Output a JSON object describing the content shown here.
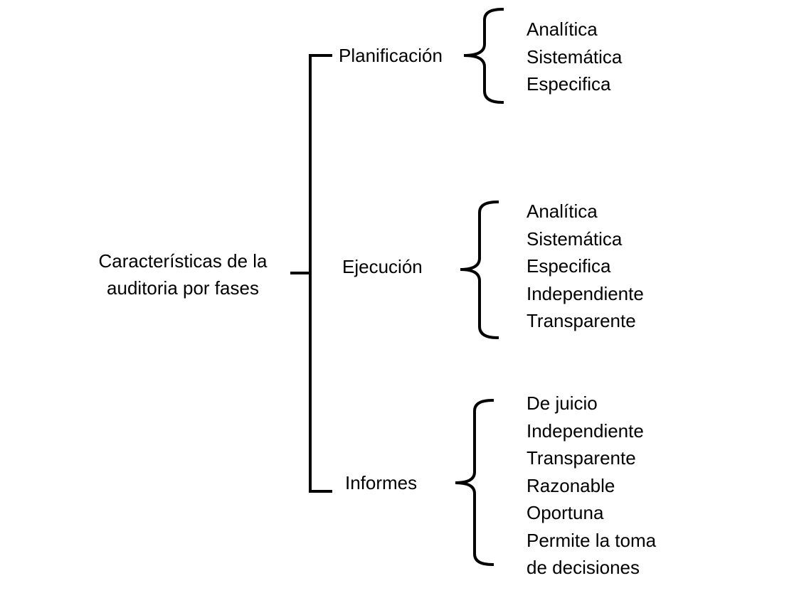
{
  "root": {
    "lines": [
      "Características de la",
      "auditoria por fases"
    ]
  },
  "phases": [
    {
      "label": "Planificación",
      "items": [
        "Analítica",
        "Sistemática",
        "Especifica"
      ]
    },
    {
      "label": "Ejecución",
      "items": [
        "Analítica",
        "Sistemática",
        "Especifica",
        "Independiente",
        "Transparente"
      ]
    },
    {
      "label": "Informes",
      "items": [
        "De juicio",
        "Independiente",
        "Transparente",
        "Razonable",
        "Oportuna",
        "Permite la toma",
        "de decisiones"
      ]
    }
  ]
}
